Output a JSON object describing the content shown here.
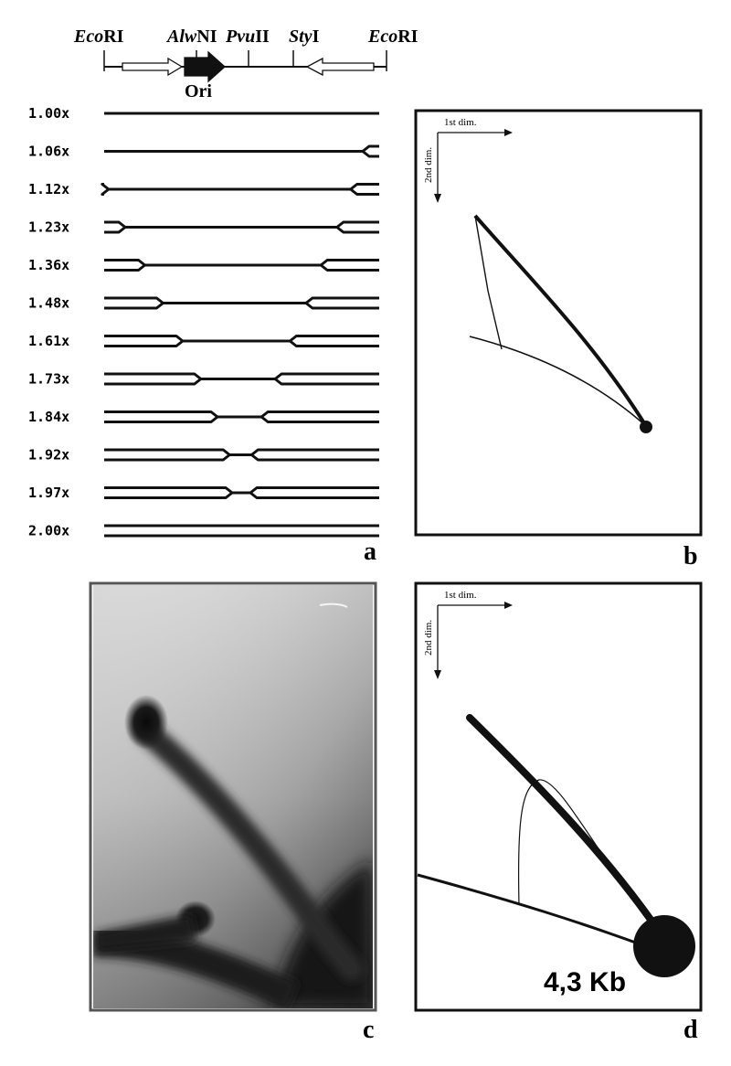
{
  "restriction_map": {
    "sites": [
      {
        "prefix": "Eco",
        "suffix": "RI"
      },
      {
        "prefix": "Alw",
        "suffix": "NI"
      },
      {
        "prefix": "Pvu",
        "suffix": "II"
      },
      {
        "prefix": "Sty",
        "suffix": "I"
      },
      {
        "prefix": "Eco",
        "suffix": "RI"
      }
    ],
    "origin_label": "Ori"
  },
  "replication_intermediates": {
    "labels": [
      "1.00x",
      "1.06x",
      "1.12x",
      "1.23x",
      "1.36x",
      "1.48x",
      "1.61x",
      "1.73x",
      "1.84x",
      "1.92x",
      "1.97x",
      "2.00x"
    ],
    "mass_values": [
      1.0,
      1.06,
      1.12,
      1.23,
      1.36,
      1.48,
      1.61,
      1.73,
      1.84,
      1.92,
      1.97,
      2.0
    ]
  },
  "panels": {
    "a": "a",
    "b": "b",
    "c": "c",
    "d": "d"
  },
  "gel_axes": {
    "first_dimension": "1st dim.",
    "second_dimension": "2nd dim."
  },
  "monomer_size_label": "4,3 Kb",
  "colors": {
    "ink": "#111111",
    "background": "#ffffff"
  }
}
